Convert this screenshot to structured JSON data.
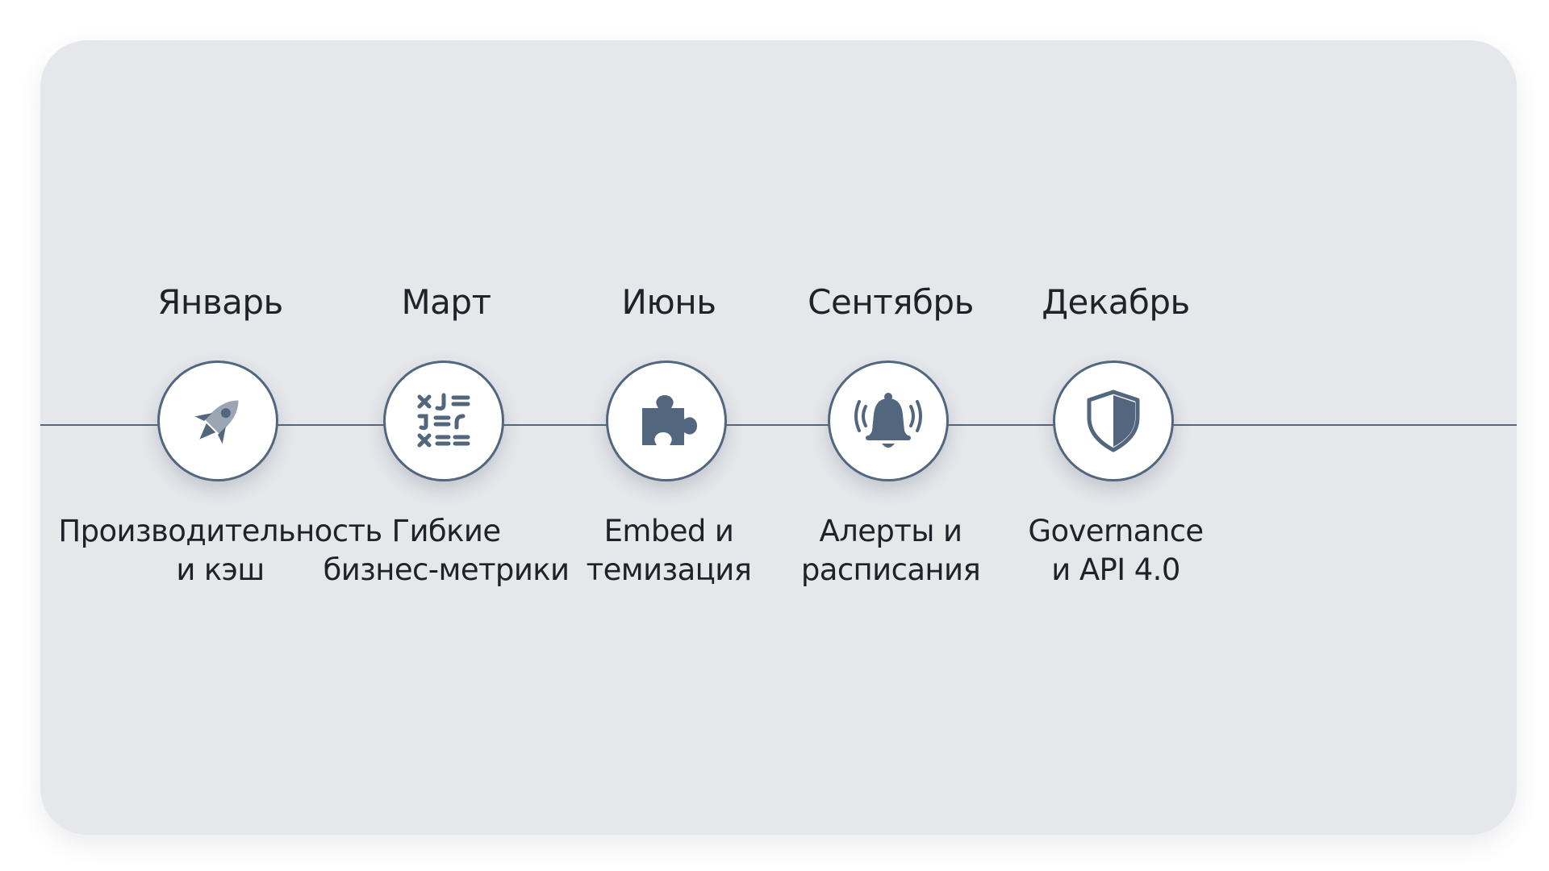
{
  "timeline": {
    "accent_color": "#52667e",
    "milestones": [
      {
        "month": "Январь",
        "icon": "rocket-icon",
        "lines": [
          "Производительность",
          "и кэш"
        ]
      },
      {
        "month": "Март",
        "icon": "formula-symbols-icon",
        "lines": [
          "Гибкие",
          "бизнес-метрики"
        ]
      },
      {
        "month": "Июнь",
        "icon": "puzzle-piece-icon",
        "lines": [
          "Embed и",
          "темизация"
        ]
      },
      {
        "month": "Сентябрь",
        "icon": "ringing-bell-icon",
        "lines": [
          "Алерты и",
          "расписания"
        ]
      },
      {
        "month": "Декабрь",
        "icon": "shield-icon",
        "lines": [
          "Governance",
          "и API 4.0"
        ]
      }
    ]
  }
}
